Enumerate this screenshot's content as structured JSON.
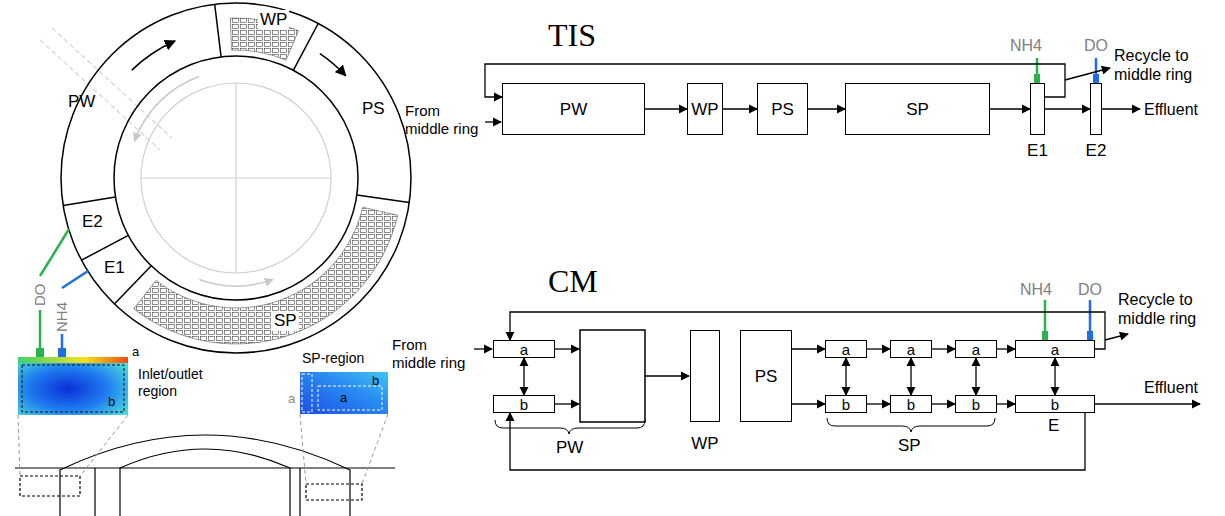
{
  "diagram": {
    "nodes": [
      {
        "text": [
          "PW"
        ]
      },
      {
        "text": [
          "WP"
        ]
      },
      {
        "text": [
          "PS"
        ]
      },
      {
        "text": [
          "SP"
        ]
      },
      {
        "text": [
          "E1"
        ]
      },
      {
        "text": [
          "E2"
        ]
      },
      {
        "text": [
          "a"
        ]
      },
      {
        "text": [
          "b"
        ]
      },
      {
        "text": [
          "WP"
        ]
      },
      {
        "text": [
          "PS"
        ]
      },
      {
        "text": [
          "a"
        ]
      },
      {
        "text": [
          "a"
        ]
      },
      {
        "text": [
          "a"
        ]
      },
      {
        "text": [
          "b"
        ]
      },
      {
        "text": [
          "b"
        ]
      },
      {
        "text": [
          "b"
        ]
      },
      {
        "text": [
          "a"
        ]
      },
      {
        "text": [
          "b"
        ]
      }
    ],
    "edges": [
      {
        "from": 0,
        "to": 1,
        "arrow": "to"
      },
      {
        "from": 1,
        "to": 2,
        "arrow": "to"
      },
      {
        "from": 2,
        "to": 3,
        "arrow": "to"
      },
      {
        "from": 3,
        "to": 4,
        "arrow": "to"
      },
      {
        "from": 4,
        "to": 5,
        "arrow": "to"
      },
      {
        "from": 4,
        "to": 0,
        "arrow": "to"
      },
      {
        "from": 6,
        "to": 7,
        "arrow": "both"
      },
      {
        "from": 9,
        "to": 10,
        "arrow": "to"
      },
      {
        "from": 9,
        "to": 13,
        "arrow": "to"
      },
      {
        "from": 10,
        "to": 11,
        "arrow": "to"
      },
      {
        "from": 11,
        "to": 12,
        "arrow": "to"
      },
      {
        "from": 13,
        "to": 14,
        "arrow": "to"
      },
      {
        "from": 14,
        "to": 15,
        "arrow": "to"
      },
      {
        "from": 10,
        "to": 13,
        "arrow": "both"
      },
      {
        "from": 11,
        "to": 14,
        "arrow": "both"
      },
      {
        "from": 12,
        "to": 15,
        "arrow": "both"
      },
      {
        "from": 12,
        "to": 16,
        "arrow": "to"
      },
      {
        "from": 15,
        "to": 17,
        "arrow": "to"
      },
      {
        "from": 16,
        "to": 17,
        "arrow": "both"
      },
      {
        "from": 16,
        "to": 6,
        "arrow": "to"
      },
      {
        "from": 17,
        "to": 7,
        "arrow": "to"
      }
    ],
    "labels": [
      "TIS",
      "From middle ring",
      "NH4",
      "DO",
      "Recycle to middle ring",
      "Effluent",
      "CM",
      "From middle ring",
      "NH4",
      "DO",
      "Recycle to middle ring",
      "Effluent",
      "PW",
      "SP",
      "E",
      "PW",
      "WP",
      "PS",
      "SP",
      "E1",
      "E2",
      "DO",
      "NH4",
      "a",
      "b",
      "Inlet/outlet region",
      "SP-region",
      "b",
      "a",
      "a"
    ]
  }
}
